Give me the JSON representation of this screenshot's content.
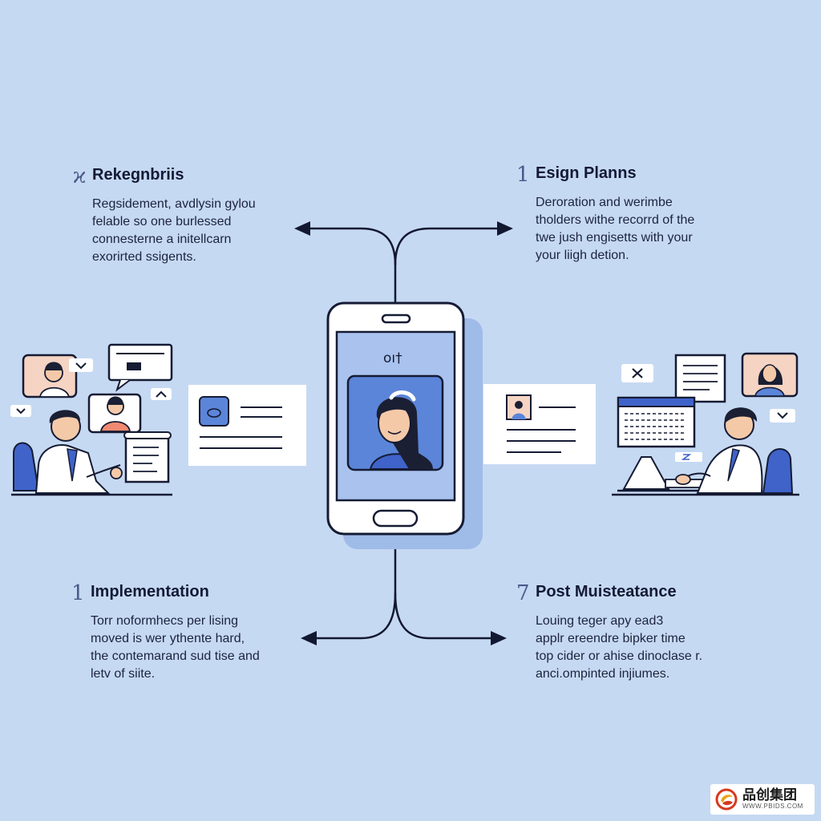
{
  "colors": {
    "background": "#c6d9f2",
    "ink": "#1c2340",
    "accent_blue": "#3f63c9",
    "screen_blue": "#a9c3ee",
    "panel_white": "#ffffff"
  },
  "sections": {
    "top_left": {
      "number": "ϰ",
      "title": "Rekegnbriis",
      "lines": [
        "Regsidement, avdlysin gylou",
        "felable so one burlessed",
        "connesterne a initellcarn",
        "exorirted ssigents."
      ]
    },
    "top_right": {
      "number": "1",
      "title": "Esign Planns",
      "lines": [
        "Deroration and werimbe",
        "tholders withe recorrd of the",
        "twe jush engisetts with your",
        "your liigh detion."
      ]
    },
    "bottom_left": {
      "number": "1",
      "title": "Implementation",
      "lines": [
        "Torr noformhecs per lising",
        "moved is wer ythente hard,",
        "the contemarand sud tise and",
        "letv of siite."
      ]
    },
    "bottom_right": {
      "number": "7",
      "title": "Post Muisteatance",
      "lines": [
        "Louing teger apy ead3",
        "applr ereendre bipker time",
        "top cider or ahise dinoclase r.",
        "anci.ompinted injiumes."
      ]
    }
  },
  "phone": {
    "screen_label": "oı†"
  },
  "icons": [
    "phone-icon",
    "avatar-icon",
    "document-icon",
    "chat-bubble-icon",
    "chevron-down-icon",
    "chevron-up-icon",
    "close-icon",
    "browser-window-icon",
    "laptop-icon",
    "person-icon",
    "arrow-left-icon",
    "arrow-right-icon"
  ],
  "watermark": {
    "brand": "品创集团",
    "site": "WWW.PBIDS.COM"
  }
}
